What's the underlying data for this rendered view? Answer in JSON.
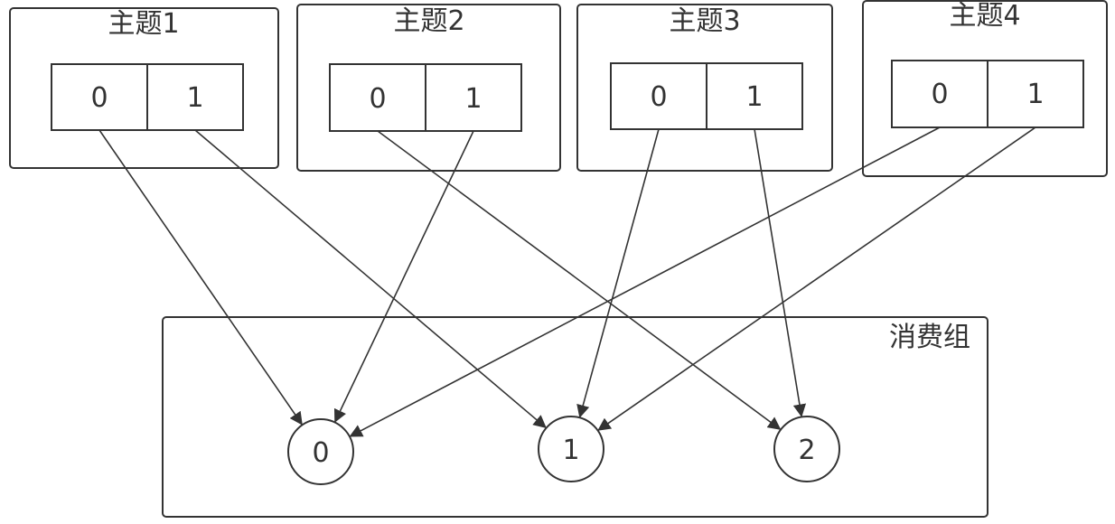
{
  "topics": [
    {
      "title": "主题1",
      "partitions": [
        "0",
        "1"
      ]
    },
    {
      "title": "主题2",
      "partitions": [
        "0",
        "1"
      ]
    },
    {
      "title": "主题3",
      "partitions": [
        "0",
        "1"
      ]
    },
    {
      "title": "主题4",
      "partitions": [
        "0",
        "1"
      ]
    }
  ],
  "consumer_group": {
    "title": "消费组",
    "consumers": [
      "0",
      "1",
      "2"
    ]
  },
  "assignments": [
    {
      "topic": 0,
      "partition": 0,
      "consumer": 0
    },
    {
      "topic": 0,
      "partition": 1,
      "consumer": 1
    },
    {
      "topic": 1,
      "partition": 0,
      "consumer": 2
    },
    {
      "topic": 1,
      "partition": 1,
      "consumer": 0
    },
    {
      "topic": 2,
      "partition": 0,
      "consumer": 1
    },
    {
      "topic": 2,
      "partition": 1,
      "consumer": 2
    },
    {
      "topic": 3,
      "partition": 0,
      "consumer": 0
    },
    {
      "topic": 3,
      "partition": 1,
      "consumer": 1
    }
  ],
  "colors": {
    "stroke": "#333333",
    "background": "#ffffff"
  }
}
